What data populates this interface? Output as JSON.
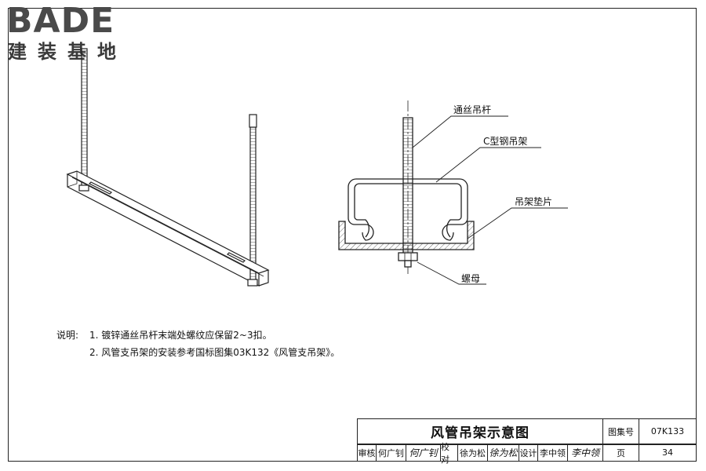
{
  "logo": {
    "word": "BADE",
    "subtitle": "建装基地"
  },
  "labels": {
    "rod": "通丝吊杆",
    "channel": "C型钢吊架",
    "pad": "吊架垫片",
    "nut": "螺母"
  },
  "notes": {
    "header": "说明:",
    "items": [
      "1. 镀锌通丝吊杆末端处螺纹应保留2~3扣。",
      "2. 风管支吊架的安装参考国标图集03K132《风管支吊架》。"
    ]
  },
  "title_block": {
    "title": "风管吊架示意图",
    "atlas_label": "图集号",
    "atlas_no": "07K133",
    "review_label": "审核",
    "reviewer": "何广钊",
    "reviewer_sig": "何广钊",
    "check_label": "校对",
    "checker": "徐为松",
    "checker_sig": "徐为松",
    "design_label": "设计",
    "designer": "李中领",
    "designer_sig": "李中领",
    "page_label": "页",
    "page_no": "34"
  },
  "colors": {
    "line": "#222222",
    "logo": "#4a4a4a"
  }
}
